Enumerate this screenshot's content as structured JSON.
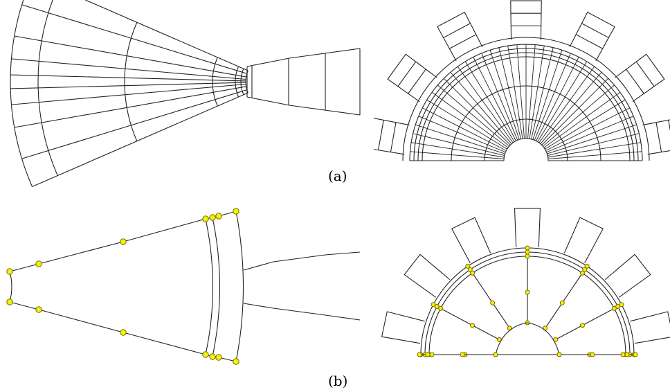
{
  "captions": {
    "a": "(a)",
    "b": "(b)"
  },
  "colors": {
    "line": "#222222",
    "node_fill": "#f2f20a",
    "node_stroke": "#7a6a00",
    "background": "#ffffff"
  },
  "panels": [
    {
      "id": "a-left",
      "content": "radial-sector-mesh"
    },
    {
      "id": "a-right",
      "content": "semicircular-rotor-mesh"
    },
    {
      "id": "b-left",
      "content": "sector-block-topology-with-nodes"
    },
    {
      "id": "b-right",
      "content": "semicircular-block-topology-with-nodes"
    }
  ]
}
